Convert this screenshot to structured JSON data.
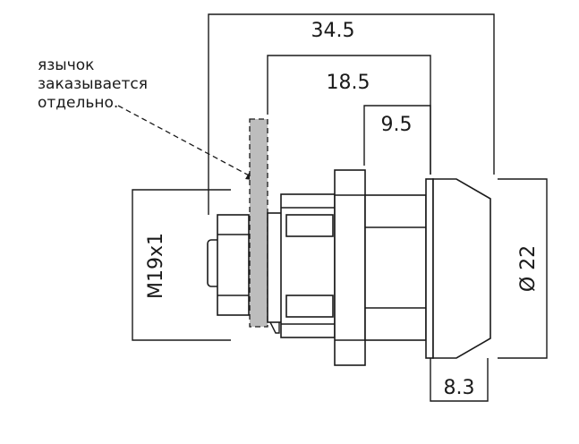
{
  "note": {
    "lines": [
      "язычок",
      "заказывается",
      "отдельно."
    ]
  },
  "dimensions": {
    "overall_length": "34.5",
    "length_from_tongue": "18.5",
    "body_length": "9.5",
    "head_length": "8.3",
    "head_diameter": "Ø 22",
    "thread": "M19x1"
  }
}
